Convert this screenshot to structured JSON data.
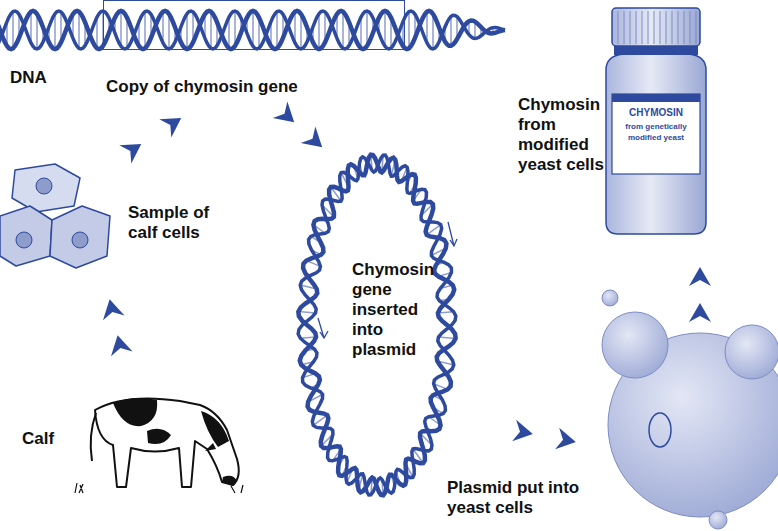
{
  "diagram": {
    "nodes": [
      {
        "text": [
          "Copy of chymosin gene"
        ]
      },
      {
        "text": [
          "Sample of calf cells"
        ]
      },
      {
        "text": [
          "Calf"
        ]
      },
      {
        "text": [
          "Chymosin gene inserted into plasmid"
        ]
      },
      {
        "text": [
          "Plasmid put into yeast cells"
        ]
      },
      {
        "text": [
          "Chymosin from modified yeast cells",
          "CHYMOSIN",
          "from genetically modified yeast"
        ]
      }
    ],
    "edges": [
      {
        "from": 2,
        "to": 1,
        "arrow": "to"
      },
      {
        "from": 1,
        "to": 0,
        "arrow": "to"
      },
      {
        "from": 0,
        "to": 3,
        "arrow": "to"
      },
      {
        "from": 3,
        "to": 4,
        "arrow": "to"
      },
      {
        "from": 4,
        "to": 5,
        "arrow": "to"
      }
    ],
    "labels": [
      "DNA"
    ]
  }
}
